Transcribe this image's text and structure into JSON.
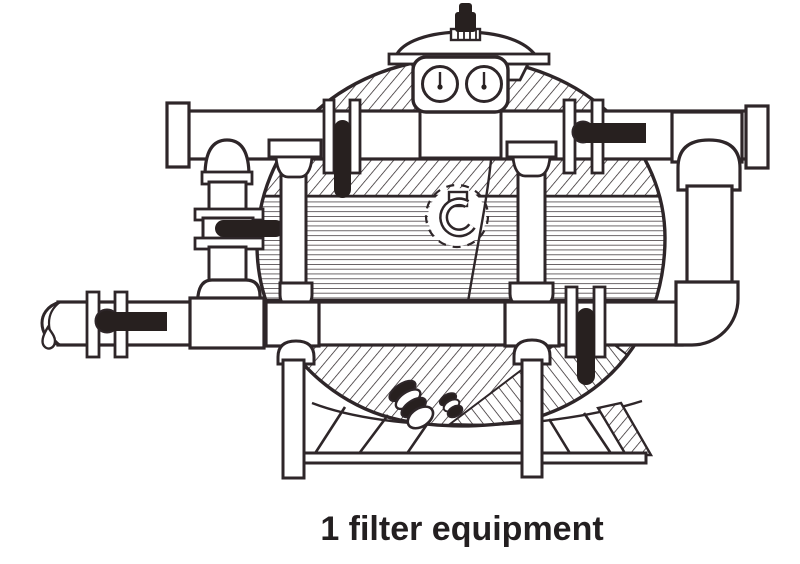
{
  "figure": {
    "caption": "1 filter equipment"
  },
  "colors": {
    "line": "#2e2629",
    "black_fill": "#27201f",
    "background": "#ffffff",
    "caption_text": "#231f20"
  },
  "components": [
    "filter-tank",
    "filter-media-band",
    "dome-lid",
    "air-vent-cap",
    "pressure-gauge-left",
    "pressure-gauge-right",
    "upper-pipe",
    "lower-pipe",
    "valve-upper-left-down-handle",
    "valve-upper-right-handle",
    "valve-middle-left-handle",
    "valve-lower-left-handle",
    "valve-lower-right-down-handle",
    "front-riser-left",
    "front-riser-center",
    "right-return-elbow",
    "sight-hook-detail",
    "drain-nipples",
    "base-stand"
  ]
}
